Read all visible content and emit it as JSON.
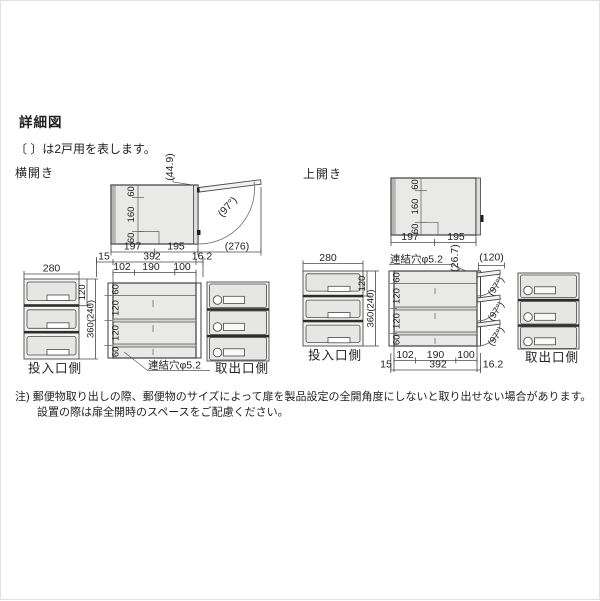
{
  "page": {
    "title": "詳細図",
    "subtitle": "〔 〕は2戸用を表します。",
    "note_line1": "注) 郵便物取り出しの際、郵便物のサイズによって扉を製品設定の全開角度にしないと取り出せない場合があります。",
    "note_line2": "設置の際は扉全開時のスペースをご配慮ください。"
  },
  "sections": {
    "side_open": "横開き",
    "top_open": "上開き"
  },
  "views": {
    "inlet_side": "投入口側",
    "outlet_side": "取出口側"
  },
  "annotations": {
    "joint_hole": "連結穴φ5.2",
    "open_angle": "(97°)",
    "door_offset": "(44.9)",
    "open_depth": "(276)",
    "top_gap": "(26.7)",
    "top_open_width": "(120)"
  },
  "dims": {
    "width_outer": "280",
    "width_parts": [
      "60",
      "160",
      "60"
    ],
    "depth_parts": [
      "197",
      "195"
    ],
    "front_row": [
      "102",
      "190",
      "100"
    ],
    "depth_total": "392",
    "offset_left": "15",
    "offset_right": "16.2",
    "height_parts": [
      "60",
      "120",
      "120",
      "60"
    ],
    "door_height": "120",
    "height_total": "360(240)"
  }
}
